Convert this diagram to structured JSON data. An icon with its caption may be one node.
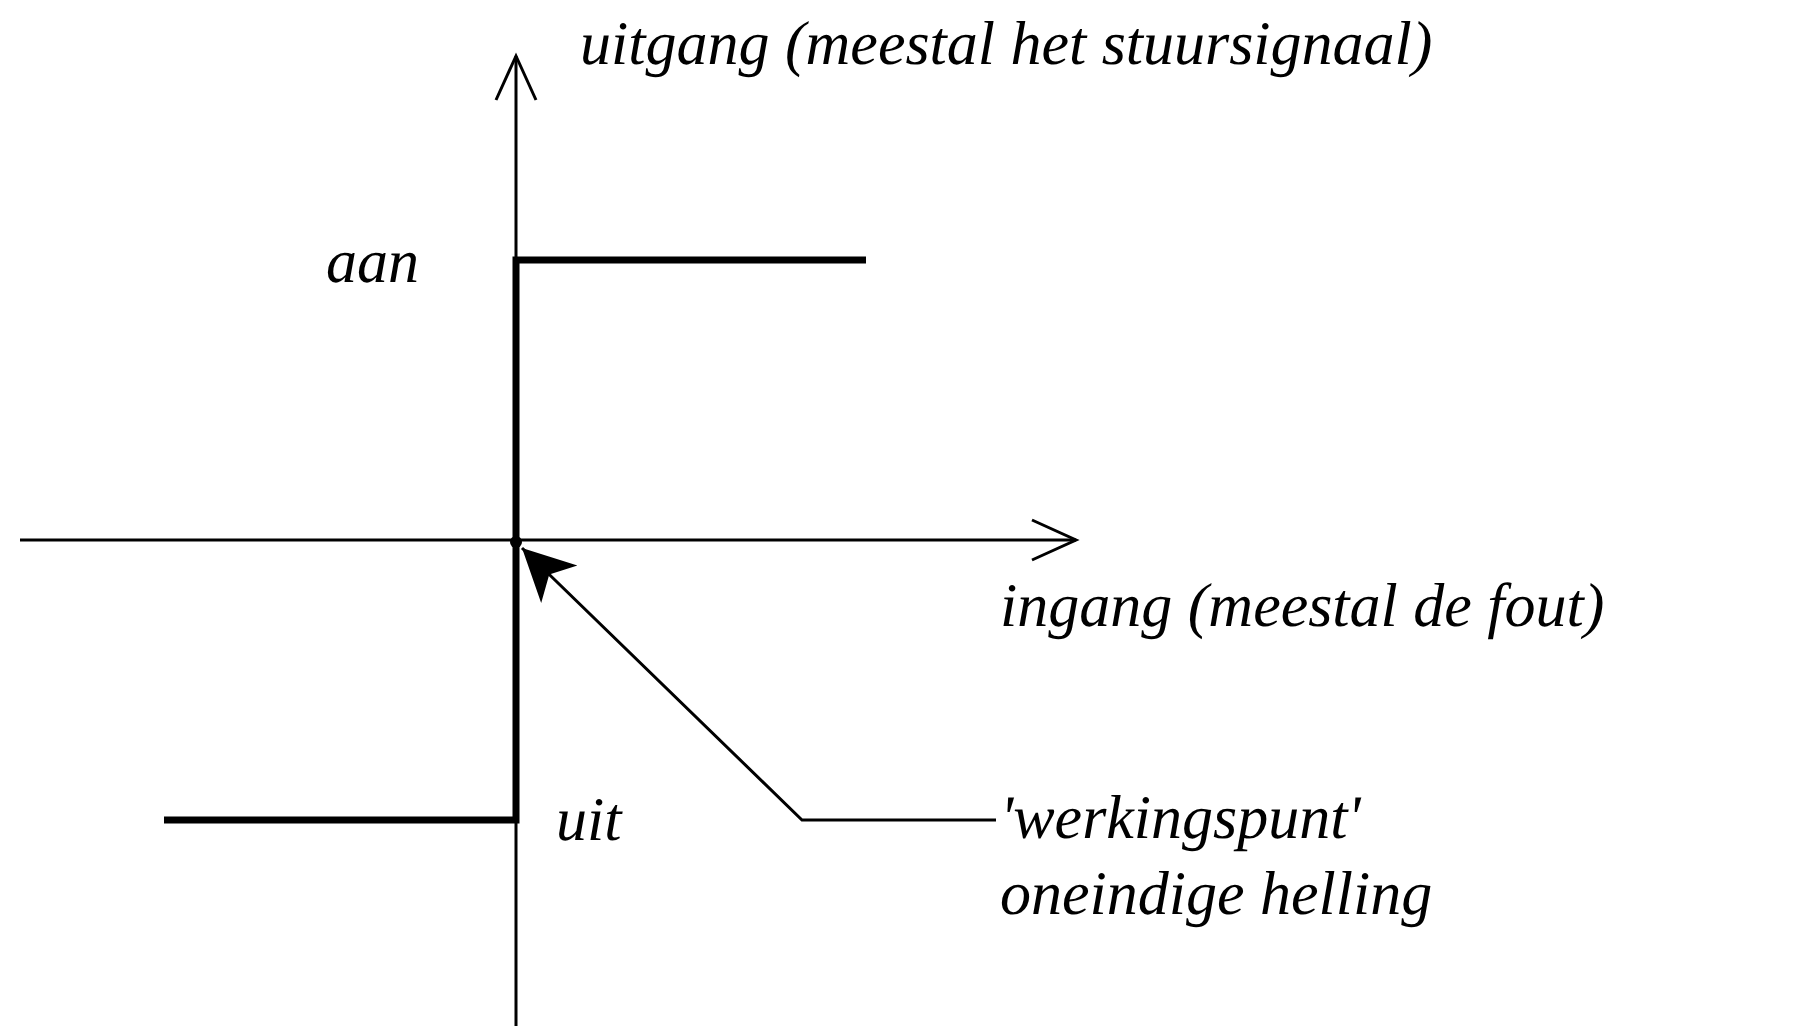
{
  "diagram": {
    "nodes": [
      {
        "text": [
          "'werkingspunt'",
          "oneindige helling"
        ]
      },
      {
        "text": [],
        "shape": "point"
      }
    ],
    "edges": [
      {
        "from": 0,
        "to": 1,
        "arrow": "to"
      }
    ],
    "labels": [
      "uitgang (meestal het stuursignaal)",
      "aan",
      "ingang (meestal de fout)",
      "uit"
    ]
  }
}
